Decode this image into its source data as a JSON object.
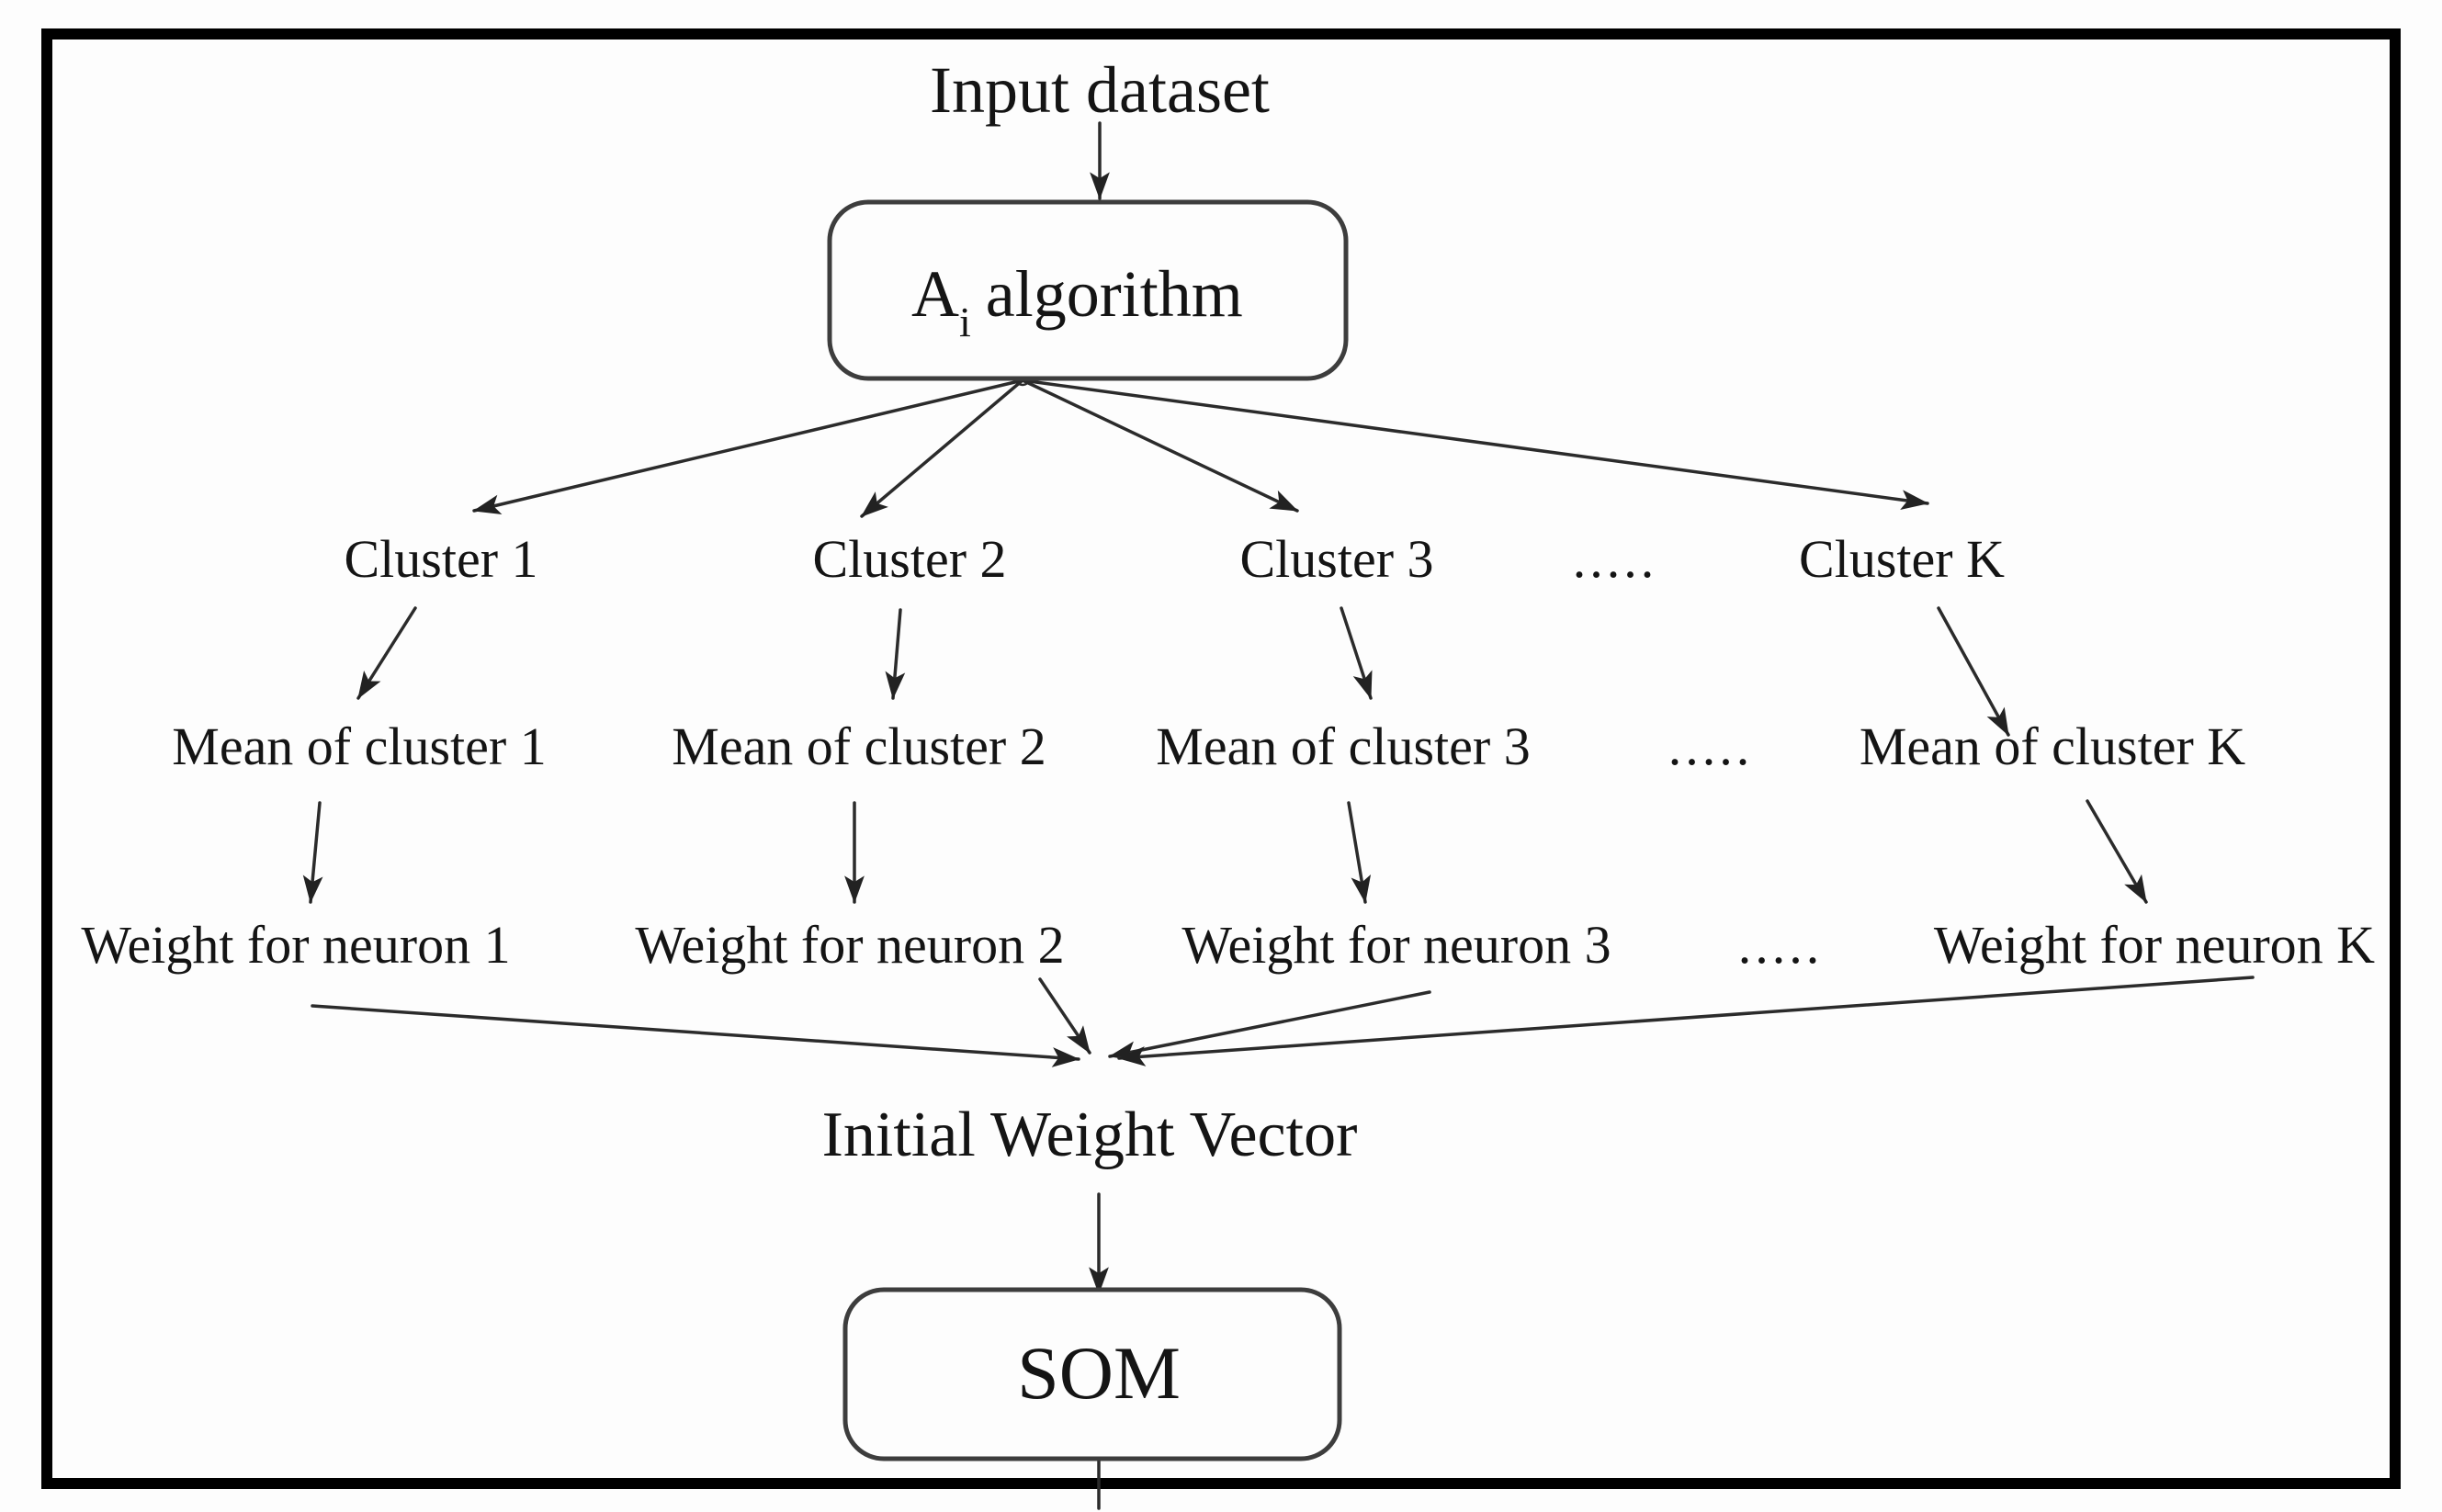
{
  "diagram": {
    "type": "flowchart",
    "nodes": {
      "input_dataset": "Input dataset",
      "algorithm": {
        "main": "A",
        "sub": "i",
        "rest": "algorithm"
      },
      "clusters": [
        "Cluster 1",
        "Cluster 2",
        "Cluster 3",
        ".....",
        "Cluster K"
      ],
      "means": [
        "Mean of cluster 1",
        "Mean of cluster 2",
        "Mean of cluster 3",
        ".....",
        "Mean of cluster K"
      ],
      "weights": [
        "Weight for neuron 1",
        "Weight for neuron 2",
        "Weight for neuron 3",
        ".....",
        "Weight for neuron K"
      ],
      "initial_weight_vector": "Initial Weight Vector",
      "som": "SOM"
    },
    "colors": {
      "line": "#2b2b2b",
      "text": "#141414",
      "frame": "#000000",
      "box_stroke": "#3d3d3d",
      "background": "#fdfdfd"
    }
  }
}
